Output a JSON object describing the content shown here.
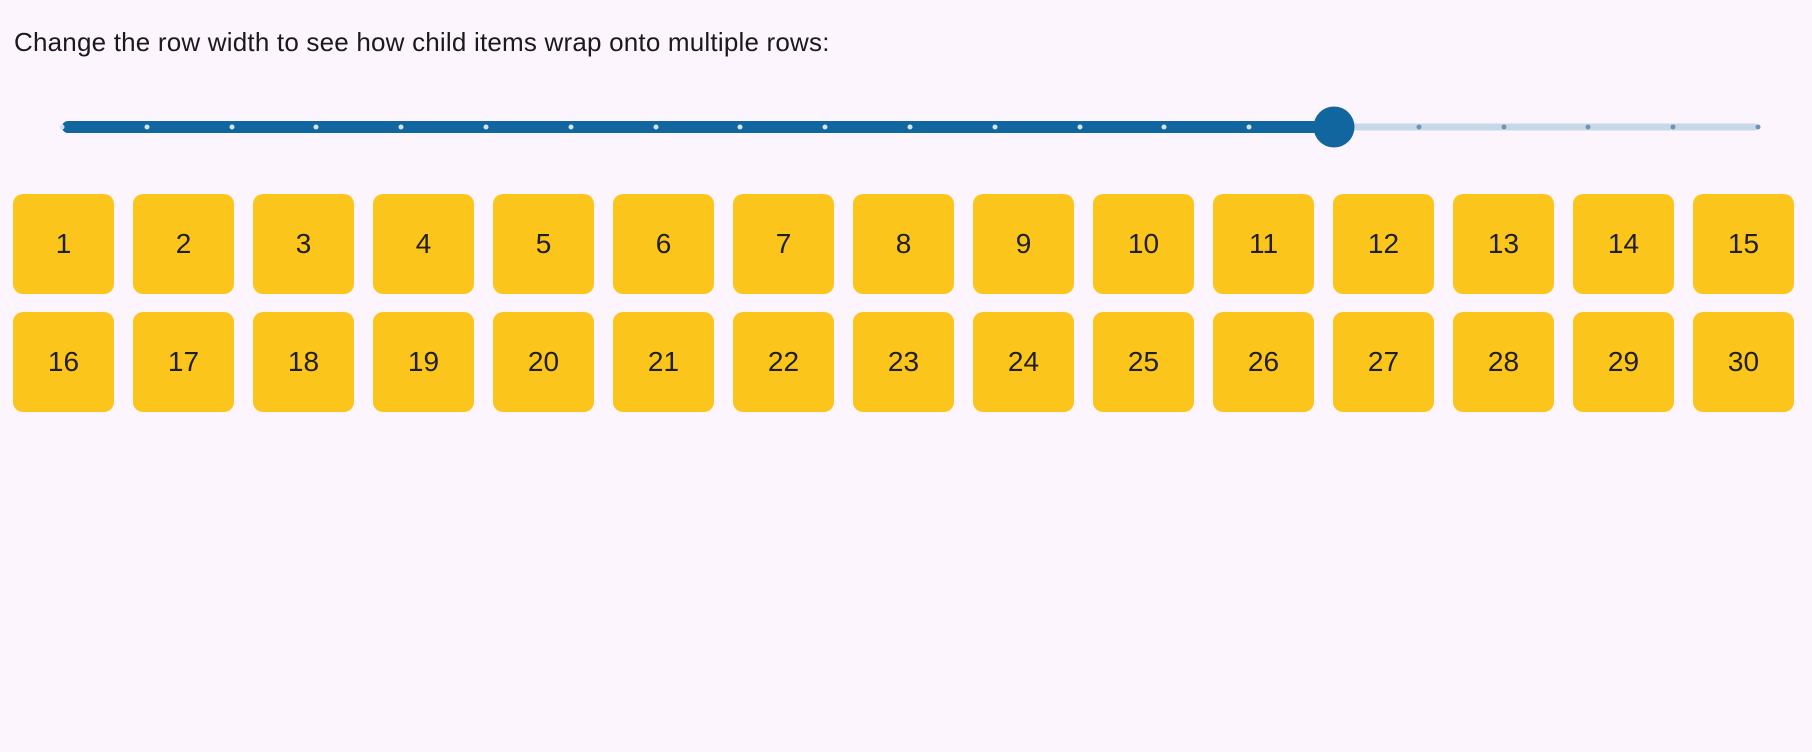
{
  "window": {
    "background": "#fdf5fd"
  },
  "heading": {
    "text": "Change the row width to see how child items wrap onto multiple rows:"
  },
  "slider": {
    "value_fraction": 0.75,
    "tick_index": 15,
    "tick_count": 21,
    "colors": {
      "fill": "#12669f",
      "rail": "#c7d9e8",
      "tick_on_fill": "#d2e4f2",
      "tick_on_rail": "#6f94b5",
      "thumb": "#12669f"
    }
  },
  "grid": {
    "item_color": "#fcc51b",
    "item_text_color": "#202020",
    "columns_visible": 15,
    "items": [
      "1",
      "2",
      "3",
      "4",
      "5",
      "6",
      "7",
      "8",
      "9",
      "10",
      "11",
      "12",
      "13",
      "14",
      "15",
      "16",
      "17",
      "18",
      "19",
      "20",
      "21",
      "22",
      "23",
      "24",
      "25",
      "26",
      "27",
      "28",
      "29",
      "30"
    ]
  }
}
